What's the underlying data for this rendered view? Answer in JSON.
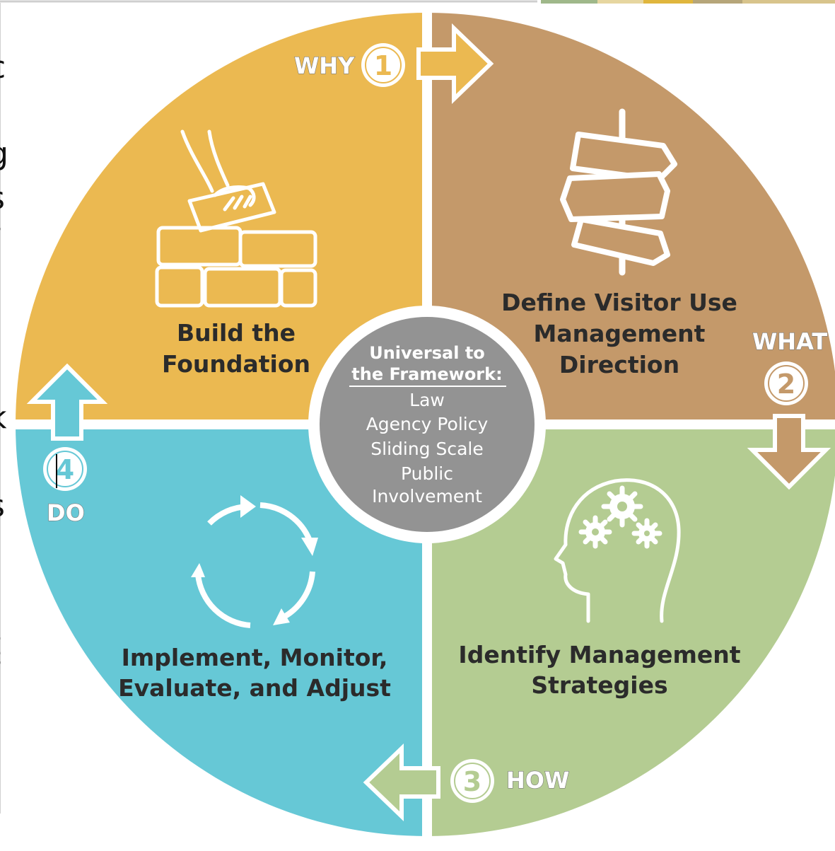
{
  "colors": {
    "why": "#EBB951",
    "what": "#C4996A",
    "how": "#B4CC92",
    "do": "#66C8D6",
    "center": "#939393",
    "divider": "#ffffff"
  },
  "quadrants": {
    "why": {
      "lines": [
        "Build the",
        "Foundation"
      ],
      "icon": "hand-placing-brick-icon"
    },
    "what": {
      "lines": [
        "Define Visitor Use",
        "Management",
        "Direction"
      ],
      "icon": "signpost-icon"
    },
    "how": {
      "lines": [
        "Identify Management",
        "Strategies"
      ],
      "icon": "head-with-gears-icon"
    },
    "do": {
      "lines": [
        "Implement, Monitor,",
        "Evaluate, and Adjust"
      ],
      "icon": "cycle-arrows-icon"
    }
  },
  "steps": [
    {
      "label": "WHY",
      "number": "1"
    },
    {
      "label": "WHAT",
      "number": "2"
    },
    {
      "label": "HOW",
      "number": "3"
    },
    {
      "label": "DO",
      "number": "4"
    }
  ],
  "center": {
    "title_lines": [
      "Universal to",
      "the Framework:"
    ],
    "items": [
      "Law",
      "Agency Policy",
      "Sliding Scale",
      "Public",
      "Involvement"
    ]
  },
  "edge_fragments": [
    "c",
    "g",
    "s",
    "f",
    "k",
    "i",
    "s",
    "l",
    "-",
    "t",
    "f"
  ]
}
